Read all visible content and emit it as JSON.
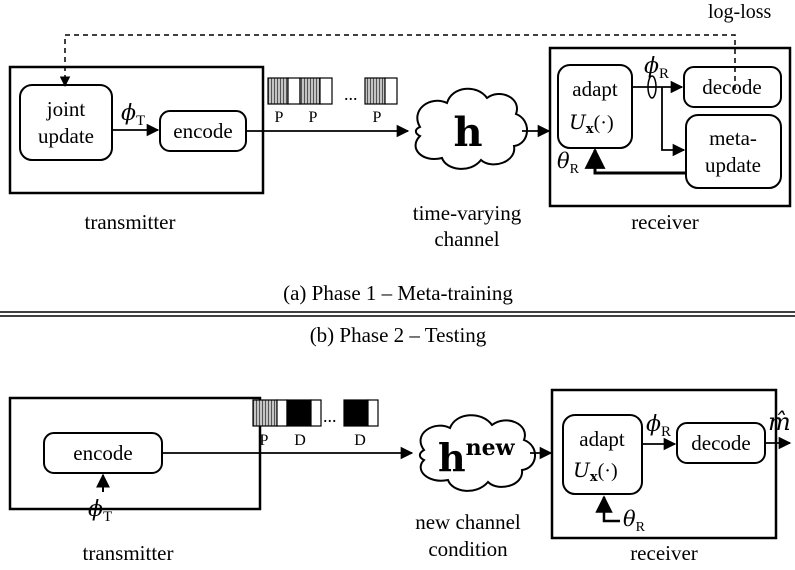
{
  "phase1": {
    "feedback_label": "log-loss",
    "transmitter_caption": "transmitter",
    "joint_update_line1": "joint",
    "joint_update_line2": "update",
    "phi_t_base": "ϕ",
    "phi_t_sub": "T",
    "encode_label": "encode",
    "pilot_labels": [
      "P",
      "P",
      "P"
    ],
    "ellipsis": "...",
    "channel_symbol": "h",
    "channel_caption_line1": "time-varying",
    "channel_caption_line2": "channel",
    "adapt_label": "adapt",
    "adapt_op_base": "U",
    "adapt_op_sub": "x",
    "adapt_op_arg": "(·)",
    "phi_r_base": "ϕ",
    "phi_r_sub": "R",
    "theta_r_base": "θ",
    "theta_r_sub": "R",
    "decode_label": "decode",
    "meta_update_line1": "meta-",
    "meta_update_line2": "update",
    "receiver_caption": "receiver",
    "phase_title": "(a) Phase 1 – Meta-training"
  },
  "phase2": {
    "phase_title": "(b) Phase 2 – Testing",
    "encode_label": "encode",
    "phi_t_base": "ϕ",
    "phi_t_sub": "T",
    "transmitter_caption": "transmitter",
    "packet_labels": [
      "P",
      "D",
      "D"
    ],
    "ellipsis": "...",
    "channel_symbol": "h",
    "channel_superscript": "new",
    "channel_caption_line1": "new channel",
    "channel_caption_line2": "condition",
    "adapt_label": "adapt",
    "adapt_op_base": "U",
    "adapt_op_sub": "x",
    "adapt_op_arg": "(·)",
    "phi_r_base": "ϕ",
    "phi_r_sub": "R",
    "theta_r_base": "θ",
    "theta_r_sub": "R",
    "decode_label": "decode",
    "output_symbol": "m̂",
    "receiver_caption": "receiver"
  }
}
